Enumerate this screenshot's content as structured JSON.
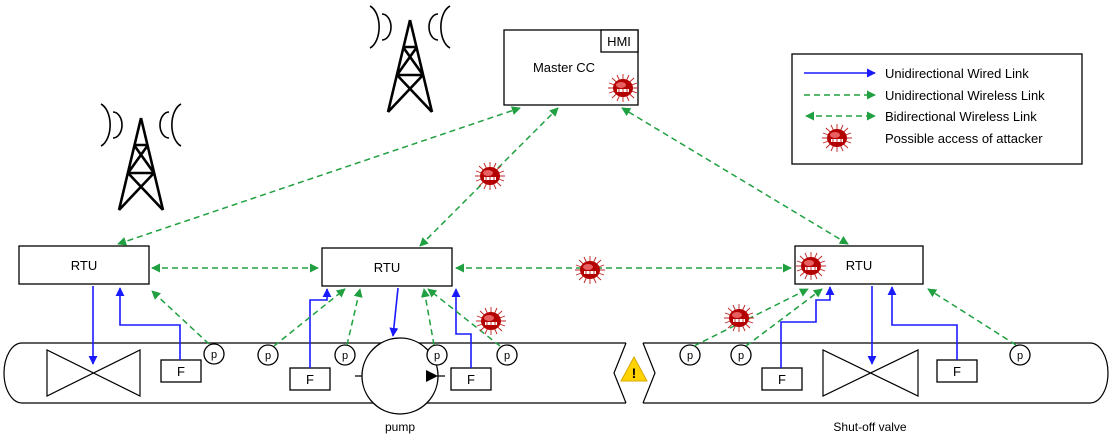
{
  "diagram": {
    "hmi_label": "HMI",
    "master_label": "Master CC",
    "rtu_label": "RTU",
    "flow_label": "F",
    "pressure_label": "p",
    "pump_label": "pump",
    "valve_label": "Shut-off valve"
  },
  "legend": {
    "items": [
      {
        "label": "Unidirectional Wired Link",
        "kind": "wired"
      },
      {
        "label": "Unidirectional Wireless Link",
        "kind": "uni-wireless"
      },
      {
        "label": "Bidirectional Wireless Link",
        "kind": "bi-wireless"
      },
      {
        "label": "Possible access of attacker",
        "kind": "attacker"
      }
    ]
  },
  "colors": {
    "wired": "#1a1aff",
    "wireless": "#20a040",
    "attacker": "#b40000",
    "warning": "#ffd200"
  }
}
